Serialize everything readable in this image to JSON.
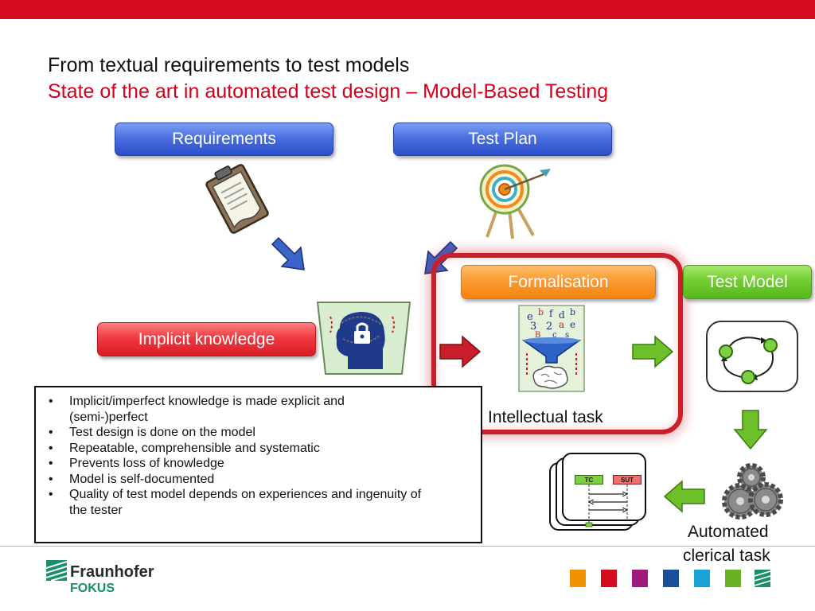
{
  "header": {
    "title": "From textual requirements to test models",
    "subtitle": "State of the art in automated test design – Model-Based Testing"
  },
  "nodes": {
    "requirements": "Requirements",
    "test_plan": "Test Plan",
    "formalisation": "Formalisation",
    "test_model": "Test Model",
    "implicit_knowledge": "Implicit knowledge"
  },
  "captions": {
    "intellectual_task": "Intellectual task",
    "automated_line1": "Automated",
    "automated_line2": "clerical task"
  },
  "sequence_labels": {
    "tc": "TC",
    "sut": "SUT"
  },
  "bullets": [
    "Implicit/imperfect knowledge is made explicit and (semi-)perfect",
    "Test design is done on the model",
    "Repeatable, comprehensible and systematic",
    "Prevents loss of knowledge",
    "Model is self-documented",
    "Quality of test model depends on experiences and ingenuity of the tester"
  ],
  "footer": {
    "logo_name": "Fraunhofer",
    "logo_sub": "FOKUS"
  },
  "colors": {
    "top_bar": "#d40a1e",
    "subtitle": "#d4001a",
    "highlight": "#c9202a",
    "footer_squares": [
      "#f39200",
      "#d40a1e",
      "#a0197d",
      "#1a4f9c",
      "#1aa3d7",
      "#6ab023",
      "#1b8f6b"
    ]
  },
  "icons": {
    "requirements": "clipboard-icon",
    "test_plan": "target-icon",
    "implicit_knowledge": "locked-head-icon",
    "formalisation": "funnel-brain-icon",
    "test_model": "state-machine-icon",
    "generation": "gears-icon",
    "test_cases": "sequence-diagram-icon",
    "logo": "fraunhofer-logo-icon"
  }
}
